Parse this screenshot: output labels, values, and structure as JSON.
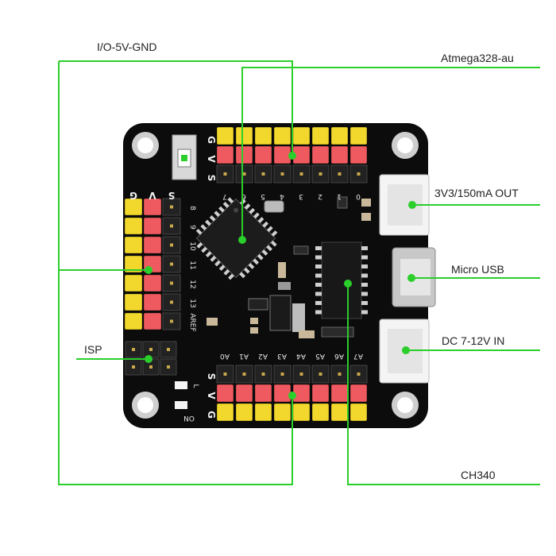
{
  "labels": {
    "io": "I/O-5V-GND",
    "mcu": "Atmega328-au",
    "reg": "3V3/150mA OUT",
    "usb": "Micro USB",
    "isp": "ISP",
    "dc": "DC 7-12V IN",
    "ch340": "CH340"
  },
  "silkscreen": {
    "top_row_letters": [
      "G",
      "V",
      "S"
    ],
    "top_digits": [
      "7",
      "6",
      "5",
      "4",
      "3",
      "2",
      "1",
      "0"
    ],
    "left_row_letters": [
      "G",
      "V",
      "S"
    ],
    "left_digits": [
      "8",
      "9",
      "10",
      "11",
      "12",
      "13",
      "AREF"
    ],
    "bottom_analog": [
      "A0",
      "A1",
      "A2",
      "A3",
      "A4",
      "A5",
      "A6",
      "A7"
    ],
    "bottom_row_letters": [
      "S",
      "V",
      "G"
    ],
    "led_left": "L",
    "led_on": "ON"
  },
  "colors": {
    "accent": "#2bcf2b",
    "board": "#0c0c0c",
    "header_yellow": "#f2d82c",
    "header_red": "#ee5a5f",
    "header_black": "#222222"
  }
}
